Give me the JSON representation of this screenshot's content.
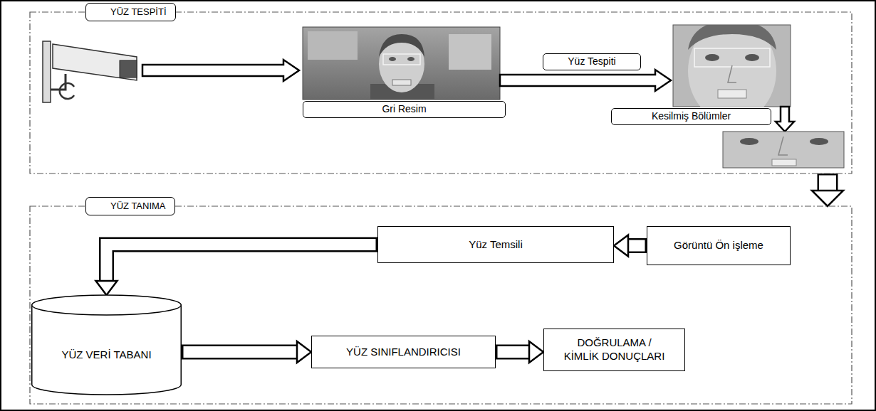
{
  "diagram": {
    "nodes": [
      {
        "text": [
          "YÜZ TESPİTİ"
        ]
      },
      {
        "text": [
          "Gri Resim"
        ],
        "in": 0
      },
      {
        "text": [
          "Yüz Tespiti"
        ],
        "in": 0
      },
      {
        "text": [
          "Kesilmiş Bölümler"
        ],
        "in": 0
      },
      {
        "text": [
          "YÜZ TANIMA"
        ]
      },
      {
        "text": [
          "Görüntü Ön işleme"
        ],
        "in": 4
      },
      {
        "text": [
          "Yüz Temsili"
        ],
        "in": 4
      },
      {
        "text": [
          "YÜZ VERİ TABANI"
        ],
        "in": 4
      },
      {
        "text": [
          "YÜZ SINIFLANDIRICISI"
        ],
        "in": 4
      },
      {
        "text": [
          "DOĞRULAMA / KİMLİK DONUÇLARI"
        ],
        "in": 4
      }
    ],
    "edges": [
      {
        "from": 0,
        "to": 4,
        "arrow": "to"
      },
      {
        "from": 5,
        "to": 6,
        "arrow": "to"
      },
      {
        "from": 6,
        "to": 7,
        "arrow": "to"
      },
      {
        "from": 7,
        "to": 8,
        "arrow": "to"
      },
      {
        "from": 8,
        "to": 9,
        "arrow": "to"
      }
    ]
  }
}
